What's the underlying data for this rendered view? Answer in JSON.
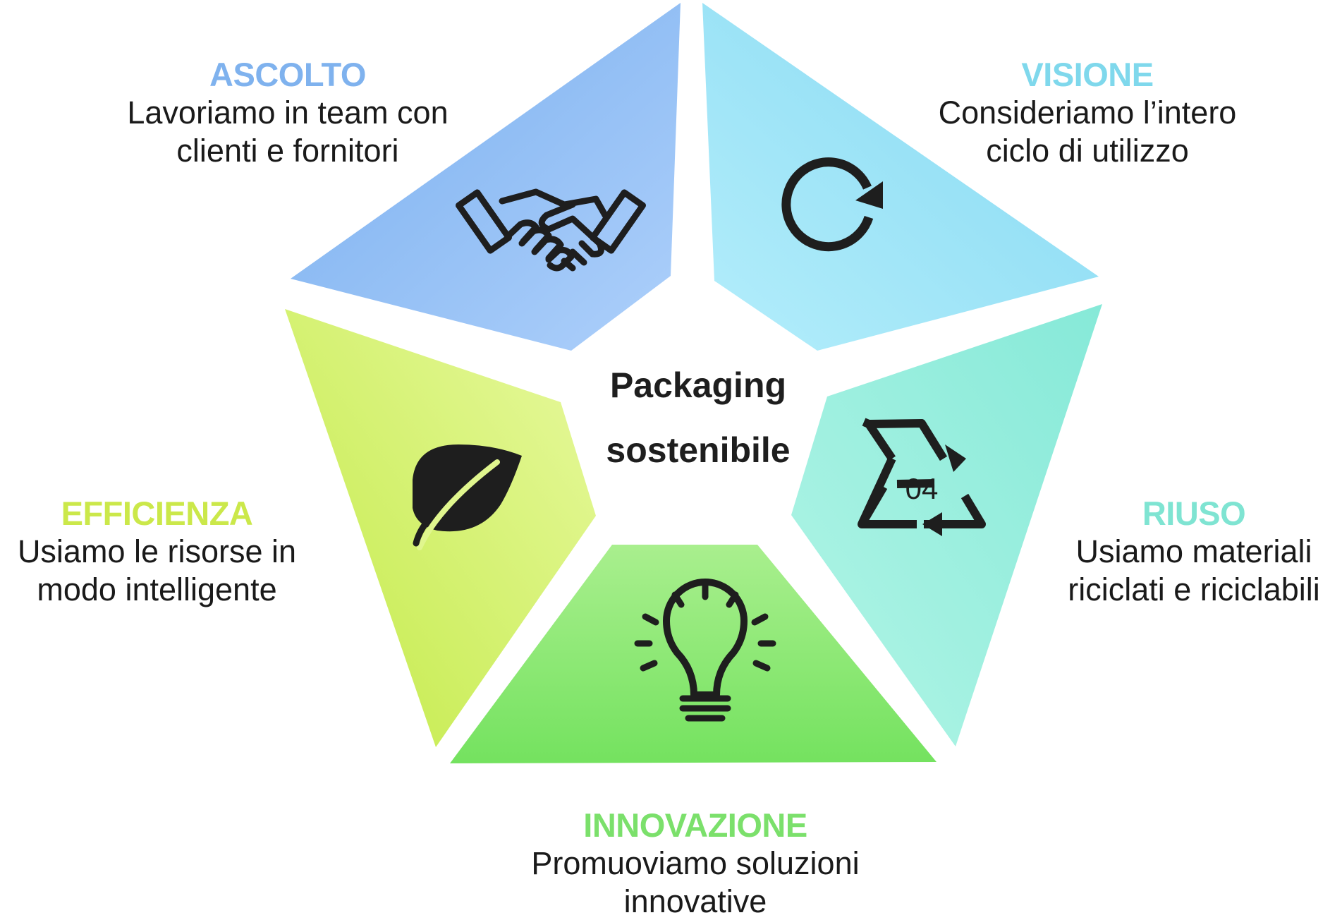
{
  "center": {
    "line1": "Packaging",
    "line2": "sostenibile"
  },
  "segments": [
    {
      "id": "ascolto",
      "title": "ASCOLTO",
      "desc_line1": "Lavoriamo in team con",
      "desc_line2": "clienti e fornitori",
      "icon": "handshake-icon",
      "color": "#7fb2ee"
    },
    {
      "id": "visione",
      "title": "VISIONE",
      "desc_line1": "Consideriamo l’intero",
      "desc_line2": "ciclo di utilizzo",
      "icon": "refresh-icon",
      "color": "#7fd8ec"
    },
    {
      "id": "riuso",
      "title": "RIUSO",
      "desc_line1": "Usiamo materiali",
      "desc_line2": "riciclati e riciclabili",
      "icon": "recycle-icon",
      "color": "#7fe4d2",
      "icon_text": "04"
    },
    {
      "id": "innovazione",
      "title": "INNOVAZIONE",
      "desc_line1": "Promuoviamo soluzioni",
      "desc_line2": "innovative",
      "icon": "lightbulb-icon",
      "color": "#7be06b"
    },
    {
      "id": "efficienza",
      "title": "EFFICIENZA",
      "desc_line1": "Usiamo le risorse in",
      "desc_line2": "modo intelligente",
      "icon": "leaf-icon",
      "color": "#cbe84a"
    }
  ]
}
